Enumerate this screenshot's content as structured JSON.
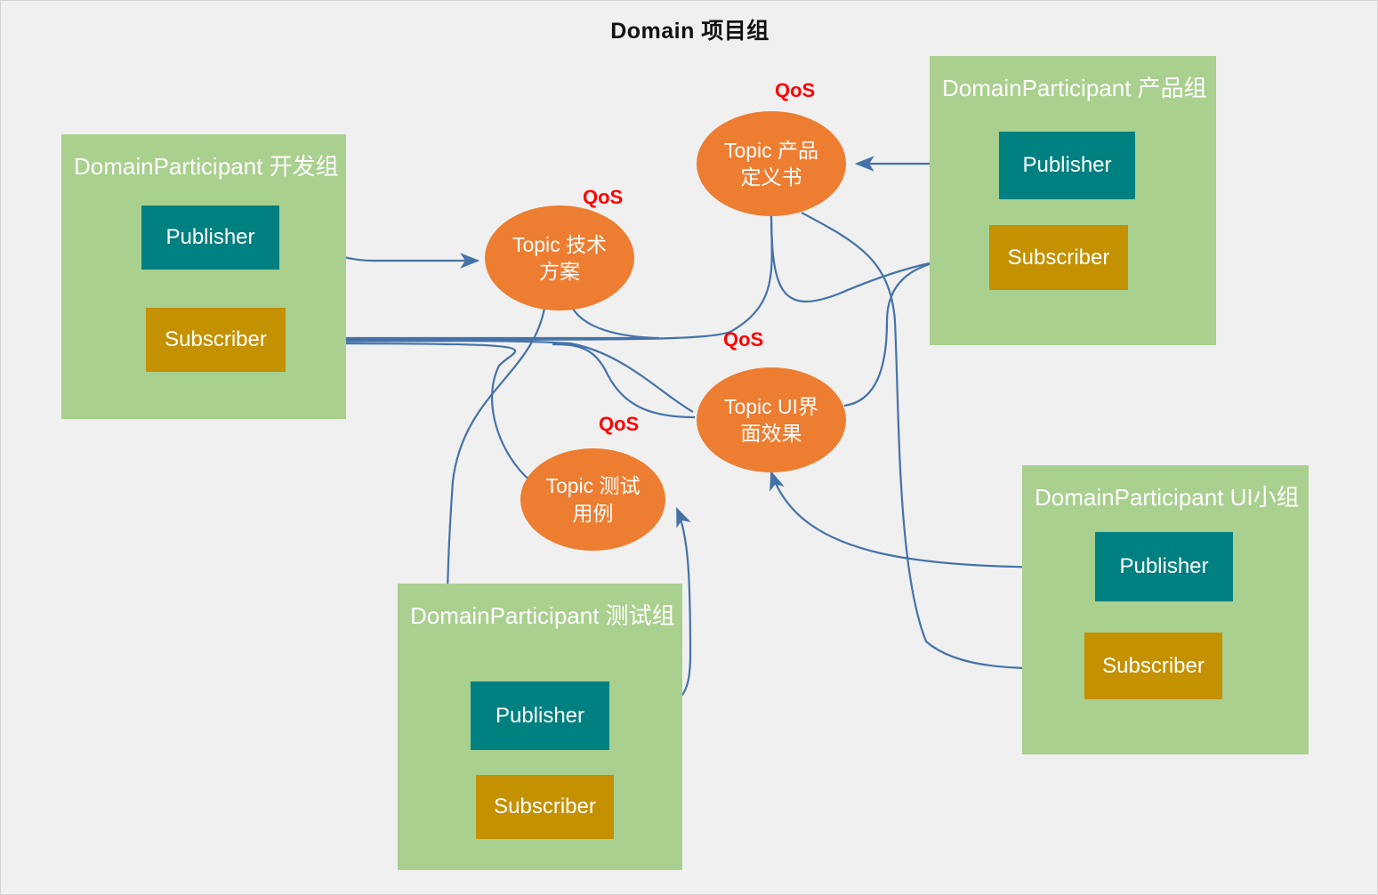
{
  "diagram": {
    "title": "Domain 项目组",
    "background_color": "#F0F0F0",
    "participant_color": "#A9D08E",
    "publisher_color": "#008080",
    "subscriber_color": "#C49102",
    "topic_color": "#ED7D31",
    "qos_color": "#FF0000",
    "connector_color": "#4472A8"
  },
  "participants": [
    {
      "id": "dev",
      "title": "DomainParticipant 开发组",
      "publisher_label": "Publisher",
      "subscriber_label": "Subscriber"
    },
    {
      "id": "product",
      "title": "DomainParticipant 产品组",
      "publisher_label": "Publisher",
      "subscriber_label": "Subscriber"
    },
    {
      "id": "ui",
      "title": "DomainParticipant UI小组",
      "publisher_label": "Publisher",
      "subscriber_label": "Subscriber"
    },
    {
      "id": "test",
      "title": "DomainParticipant 测试组",
      "publisher_label": "Publisher",
      "subscriber_label": "Subscriber"
    }
  ],
  "topics": [
    {
      "id": "tech",
      "line1": "Topic 技术",
      "line2": "方案",
      "qos": "QoS"
    },
    {
      "id": "product",
      "line1": "Topic 产品",
      "line2": "定义书",
      "qos": "QoS"
    },
    {
      "id": "uieffect",
      "line1": "Topic UI界",
      "line2": "面效果",
      "qos": "QoS"
    },
    {
      "id": "testcase",
      "line1": "Topic 测试",
      "line2": "用例",
      "qos": "QoS"
    }
  ]
}
